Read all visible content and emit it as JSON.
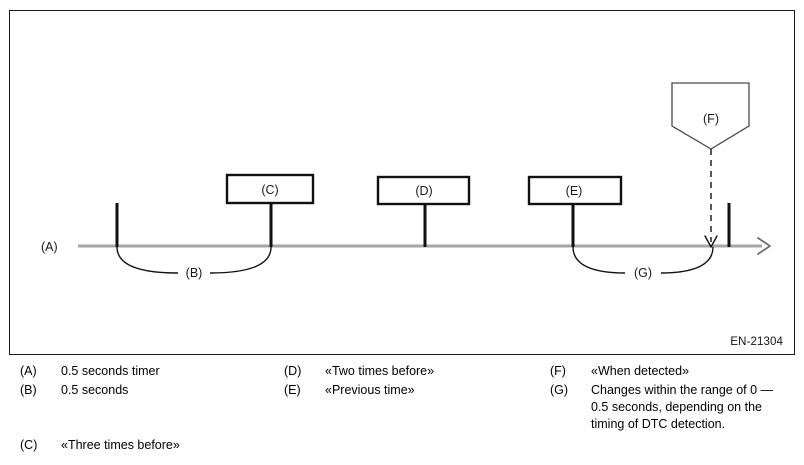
{
  "figure": {
    "code": "EN-21304",
    "axis_label": "(A)",
    "boxes": [
      {
        "id": "C",
        "label": "(C)"
      },
      {
        "id": "D",
        "label": "(D)"
      },
      {
        "id": "E",
        "label": "(E)"
      }
    ],
    "banner": {
      "id": "F",
      "label": "(F)"
    },
    "brackets": [
      {
        "id": "B",
        "label": "(B)"
      },
      {
        "id": "G",
        "label": "(G)"
      }
    ]
  },
  "legend": {
    "columns": [
      {
        "items": [
          {
            "key": "(A)",
            "text": "0.5 seconds timer"
          },
          {
            "key": "(B)",
            "text": "0.5 seconds"
          },
          {
            "key": "(C)",
            "text": "«Three times before»"
          }
        ]
      },
      {
        "items": [
          {
            "key": "(D)",
            "text": "«Two times before»"
          },
          {
            "key": "(E)",
            "text": "«Previous time»"
          }
        ]
      },
      {
        "items": [
          {
            "key": "(F)",
            "text": "«When detected»"
          },
          {
            "key": "(G)",
            "text": "Changes within the range of 0 — 0.5 seconds, depending on the timing of DTC detection."
          }
        ]
      }
    ]
  }
}
